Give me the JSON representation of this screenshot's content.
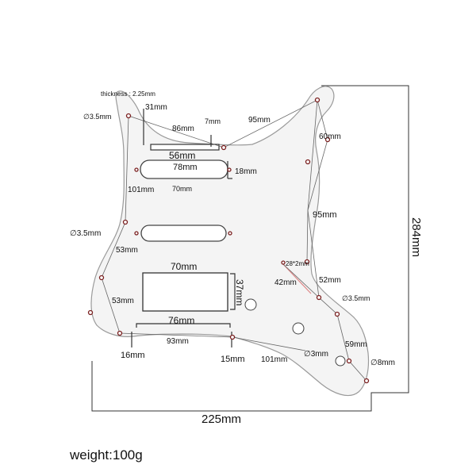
{
  "diagram": {
    "labels": {
      "thickness": "thickness : 2.25mm",
      "hole_top_left": "3.5mm",
      "hole_left_mid": "3.5mm",
      "hole_right_mid": "3.5mm",
      "hole_small": "3mm",
      "hole_jack": "8mm",
      "d31": "31mm",
      "d86": "86mm",
      "d7": "7mm",
      "d95_top": "95mm",
      "d60": "60mm",
      "d56": "56mm",
      "d78": "78mm",
      "d18": "18mm",
      "d101_top": "101mm",
      "d70_small": "70mm",
      "d95_right": "95mm",
      "d53_upper": "53mm",
      "d28x2": "28*2mm",
      "d42": "42mm",
      "d52": "52mm",
      "d70": "70mm",
      "d37": "37mm",
      "d53_lower": "53mm",
      "d76": "76mm",
      "d93": "93mm",
      "d59": "59mm",
      "d16": "16mm",
      "d15": "15mm",
      "d101_bottom": "101mm",
      "d225": "225mm",
      "d284": "284mm"
    },
    "weight": "weight:100g",
    "colors": {
      "guard_fill": "#f4f4f4",
      "guard_stroke": "#9a9a9a",
      "line": "#555555",
      "dot": "#8b2b2b",
      "text": "#111111"
    }
  }
}
